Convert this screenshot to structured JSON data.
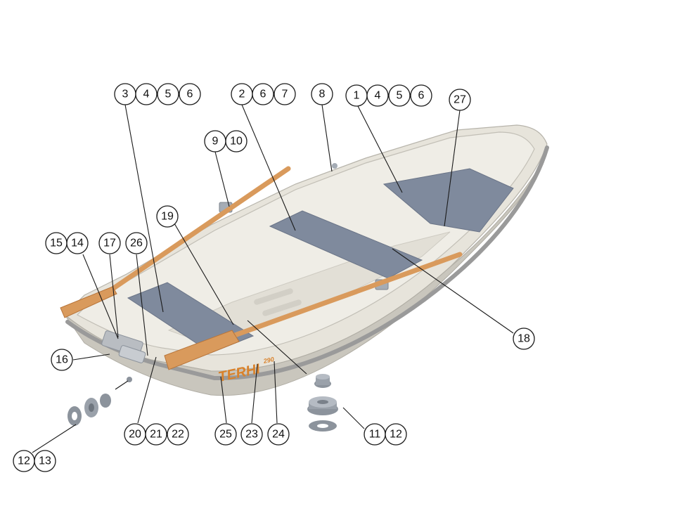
{
  "diagram": {
    "brand_name": "TERHI",
    "model_label": "290",
    "colors": {
      "hull": "#e7e4db",
      "hull_shadow": "#c9c6bd",
      "interior": "#efede6",
      "seat": "#7f8a9d",
      "oar": "#d99a5c",
      "oar_dark": "#b8753a",
      "rub_strip": "#9a9a9a",
      "hardware": "#8c939c",
      "brand_text": "#d9822b"
    },
    "callouts": [
      {
        "id": "c3a",
        "label": "3"
      },
      {
        "id": "c4a",
        "label": "4"
      },
      {
        "id": "c5a",
        "label": "5"
      },
      {
        "id": "c6a",
        "label": "6"
      },
      {
        "id": "c2",
        "label": "2"
      },
      {
        "id": "c6b",
        "label": "6"
      },
      {
        "id": "c7",
        "label": "7"
      },
      {
        "id": "c8",
        "label": "8"
      },
      {
        "id": "c1",
        "label": "1"
      },
      {
        "id": "c4b",
        "label": "4"
      },
      {
        "id": "c5b",
        "label": "5"
      },
      {
        "id": "c6c",
        "label": "6"
      },
      {
        "id": "c27",
        "label": "27"
      },
      {
        "id": "c9",
        "label": "9"
      },
      {
        "id": "c10",
        "label": "10"
      },
      {
        "id": "c19",
        "label": "19"
      },
      {
        "id": "c15",
        "label": "15"
      },
      {
        "id": "c14",
        "label": "14"
      },
      {
        "id": "c17",
        "label": "17"
      },
      {
        "id": "c26",
        "label": "26"
      },
      {
        "id": "c18",
        "label": "18"
      },
      {
        "id": "c16",
        "label": "16"
      },
      {
        "id": "c20",
        "label": "20"
      },
      {
        "id": "c21",
        "label": "21"
      },
      {
        "id": "c22",
        "label": "22"
      },
      {
        "id": "c25",
        "label": "25"
      },
      {
        "id": "c23",
        "label": "23"
      },
      {
        "id": "c24",
        "label": "24"
      },
      {
        "id": "c11",
        "label": "11"
      },
      {
        "id": "c12a",
        "label": "12"
      },
      {
        "id": "c12b",
        "label": "12"
      },
      {
        "id": "c13",
        "label": "13"
      }
    ]
  }
}
